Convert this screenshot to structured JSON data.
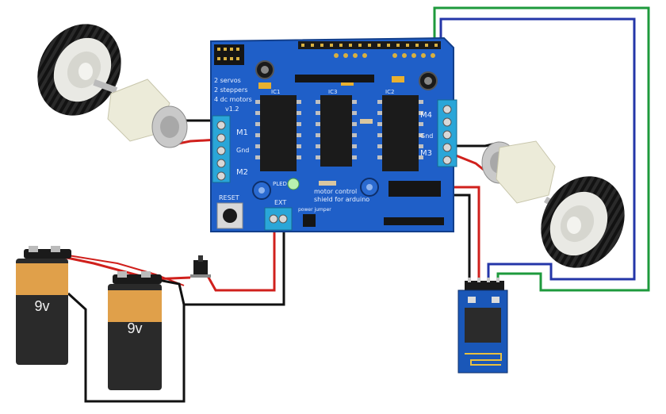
{
  "board": {
    "reset_label": "RESET",
    "m1_label": "M1",
    "m2_label": "M2",
    "m3_label": "M3",
    "m4_label": "M4",
    "gnd_label": "Gnd",
    "ext_label": "EXT",
    "servo_note_1": "2 servos",
    "servo_note_2": "2 steppers",
    "servo_note_3": "4 dc motors",
    "version": "v1.2",
    "title_1": "motor control",
    "title_2": "shield for arduino",
    "ic1": "IC1",
    "ic2": "IC2",
    "ic3": "IC3",
    "led_label": "PLED",
    "power_jumper": "power jumper"
  },
  "battery_left": {
    "label": "9v"
  },
  "battery_right": {
    "label": "9v"
  },
  "colors": {
    "wire_red": "#d0201c",
    "wire_black": "#111111",
    "wire_green": "#1e9a3c",
    "wire_blue": "#2436a8",
    "board_blue": "#1f5fc8",
    "terminal_cyan": "#2aa6d8",
    "battery_orange": "#e0a04a",
    "battery_body": "#2a2a2a",
    "bt_module_blue": "#1a57b8"
  }
}
